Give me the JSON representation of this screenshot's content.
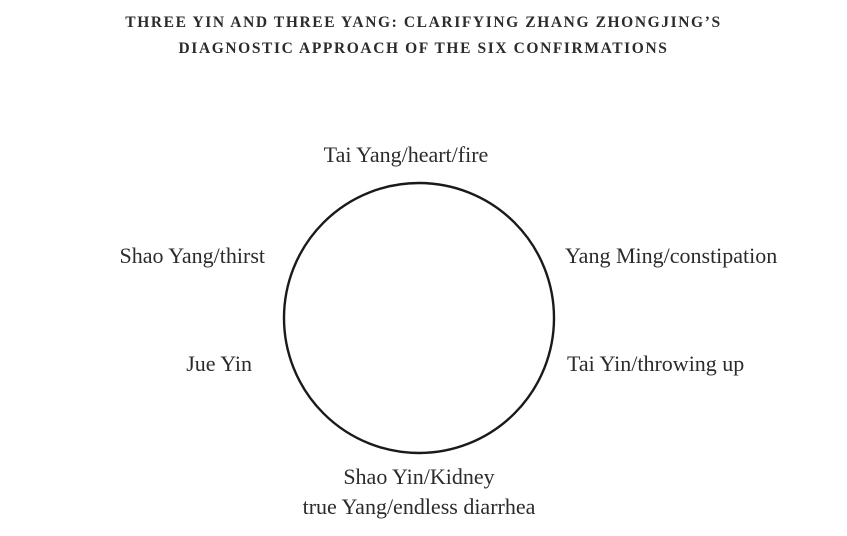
{
  "header": {
    "line1": "Three Yin and Three Yang: Clarifying Zhang Zhongjing’s",
    "line2": "Diagnostic Approach of the Six Confirmations"
  },
  "diagram": {
    "top": "Tai Yang/heart/fire",
    "upper_left": "Shao Yang/thirst",
    "upper_right": "Yang Ming/constipation",
    "lower_left": "Jue Yin",
    "lower_right": "Tai Yin/throwing up",
    "bottom_line1": "Shao Yin/Kidney",
    "bottom_line2": "true Yang/endless diarrhea"
  }
}
